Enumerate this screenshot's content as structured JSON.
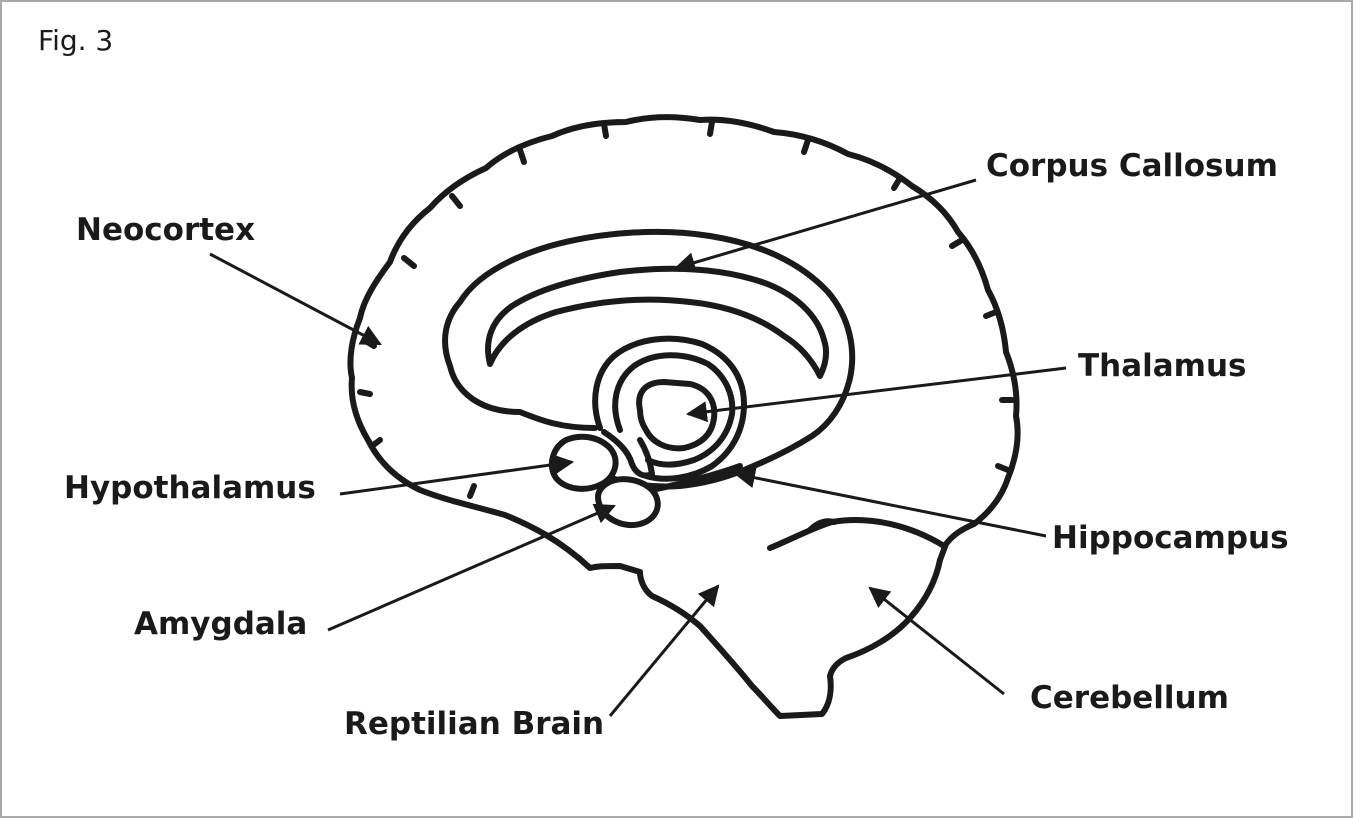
{
  "figure": {
    "number_label": "Fig. 3"
  },
  "labels": {
    "neocortex": "Neocortex",
    "corpus_callosum": "Corpus Callosum",
    "thalamus": "Thalamus",
    "hypothalamus": "Hypothalamus",
    "hippocampus": "Hippocampus",
    "amygdala": "Amygdala",
    "reptilian_brain": "Reptilian Brain",
    "cerebellum": "Cerebellum"
  },
  "colors": {
    "ink": "#1a1a1a",
    "border": "#a9a9a9",
    "background": "#ffffff"
  }
}
